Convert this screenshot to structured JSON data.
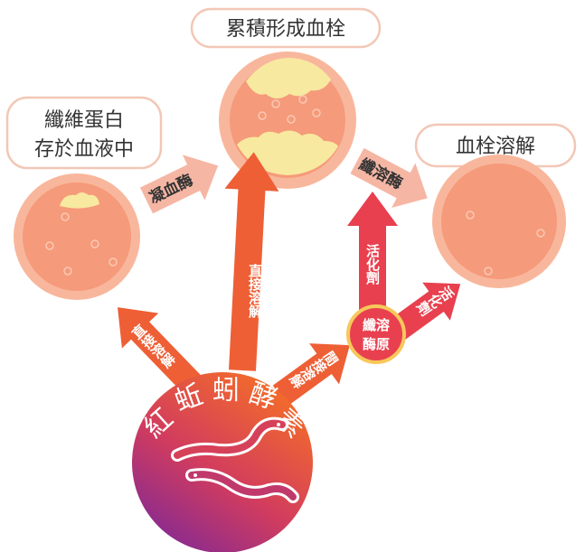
{
  "labels": {
    "fibrin_line1": "纖維蛋白",
    "fibrin_line2": "存於血液中",
    "clot": "累積形成血栓",
    "dissolve": "血栓溶解"
  },
  "arrows": {
    "thrombin": "凝血酶",
    "plasmin": "纖溶酶",
    "direct_left": "直接溶解",
    "direct_up": "直接溶解",
    "indirect": "間接溶解",
    "activator_up": "活化劑",
    "activator_diag": "活化劑"
  },
  "plasminogen": {
    "line1": "纖溶",
    "line2": "酶原"
  },
  "enzyme": {
    "chars": [
      "紅",
      "蚯",
      "蚓",
      "酵",
      "素"
    ]
  },
  "colors": {
    "vessel": "#f59a7a",
    "vessel_inner": "#f6a98c",
    "plaque": "#f8e9a0",
    "orange_arrow": "#ee5f35",
    "red_arrow": "#e8404f",
    "pink_arrow": "#f6b6a4",
    "enzyme_top": "#f26a2c",
    "enzyme_bottom": "#8a2b8f",
    "label_border": "#f3c7b6"
  }
}
